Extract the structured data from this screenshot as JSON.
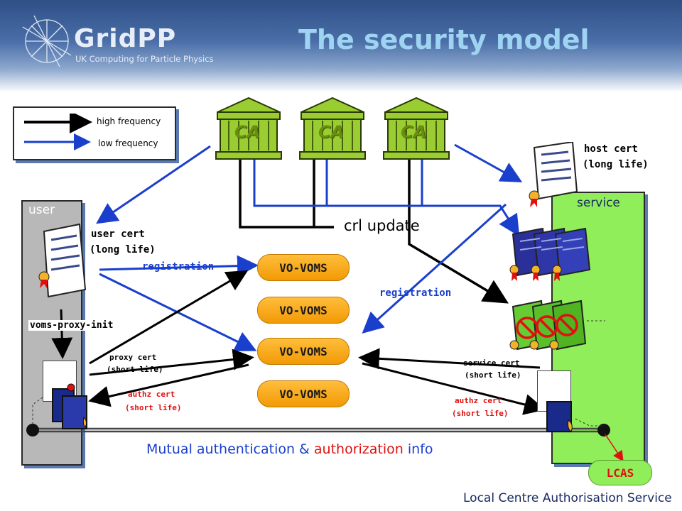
{
  "header": {
    "title": "The security model",
    "logo_word": "GridPP",
    "logo_sub": "UK Computing for Particle Physics"
  },
  "legend": {
    "high": "high frequency",
    "low": "low frequency"
  },
  "ca": {
    "label": "CA"
  },
  "panels": {
    "user": "user",
    "service": "service"
  },
  "labels": {
    "host_cert": "host cert",
    "host_cert_life": "(long life)",
    "user_cert": "user cert",
    "user_cert_life": "(long life)",
    "crl_update": "crl update",
    "registration_left": "registration",
    "registration_right": "registration",
    "voms_proxy_init": "voms-proxy-init",
    "proxy_cert": "proxy cert",
    "proxy_cert_life": "(short life)",
    "authz_left": "authz cert",
    "authz_left_life": "(short life)",
    "service_cert": "service cert",
    "service_cert_life": "(short life)",
    "authz_right": "authz cert",
    "authz_right_life": "(short life)",
    "lcas": "LCAS",
    "footer": "Local Centre Authorisation Service"
  },
  "mutual": {
    "part1": "Mutual authentication & ",
    "part2": "authorization",
    "part3": " info"
  },
  "voms": [
    "VO-VOMS",
    "VO-VOMS",
    "VO-VOMS",
    "VO-VOMS"
  ],
  "colors": {
    "high_freq": "#000000",
    "low_freq": "#1a3fcc",
    "ca_green": "#9acd32",
    "service_green": "#90ee5a",
    "voms_orange": "#f5a623",
    "authz_red": "#e01010"
  }
}
